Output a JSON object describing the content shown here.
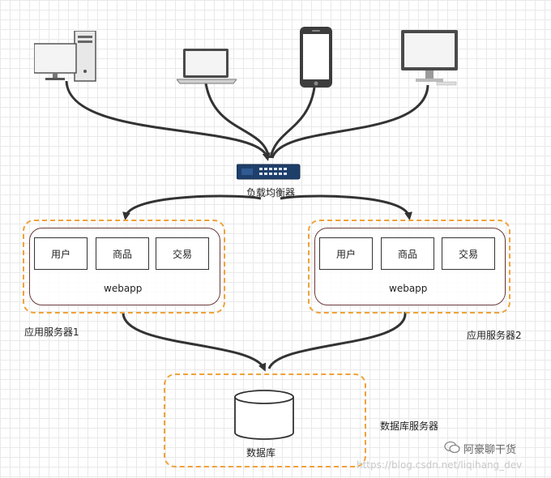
{
  "nodes": {
    "load_balancer_label": "负载均衡器",
    "server1": {
      "label": "应用服务器1",
      "webapp_label": "webapp",
      "modules": [
        "用户",
        "商品",
        "交易"
      ]
    },
    "server2": {
      "label": "应用服务器2",
      "webapp_label": "webapp",
      "modules": [
        "用户",
        "商品",
        "交易"
      ]
    },
    "db_server_label": "数据库服务器",
    "database_label": "数据库"
  },
  "clients": [
    "desktop-tower-icon",
    "laptop-icon",
    "smartphone-icon",
    "monitor-icon"
  ],
  "watermark": {
    "brand": "阿豪聊干货",
    "url": "https://blog.csdn.net/liqihang_dev"
  },
  "colors": {
    "dashed_border": "#f0a23a",
    "webapp_border": "#6b3a3a",
    "connector": "#333333"
  }
}
